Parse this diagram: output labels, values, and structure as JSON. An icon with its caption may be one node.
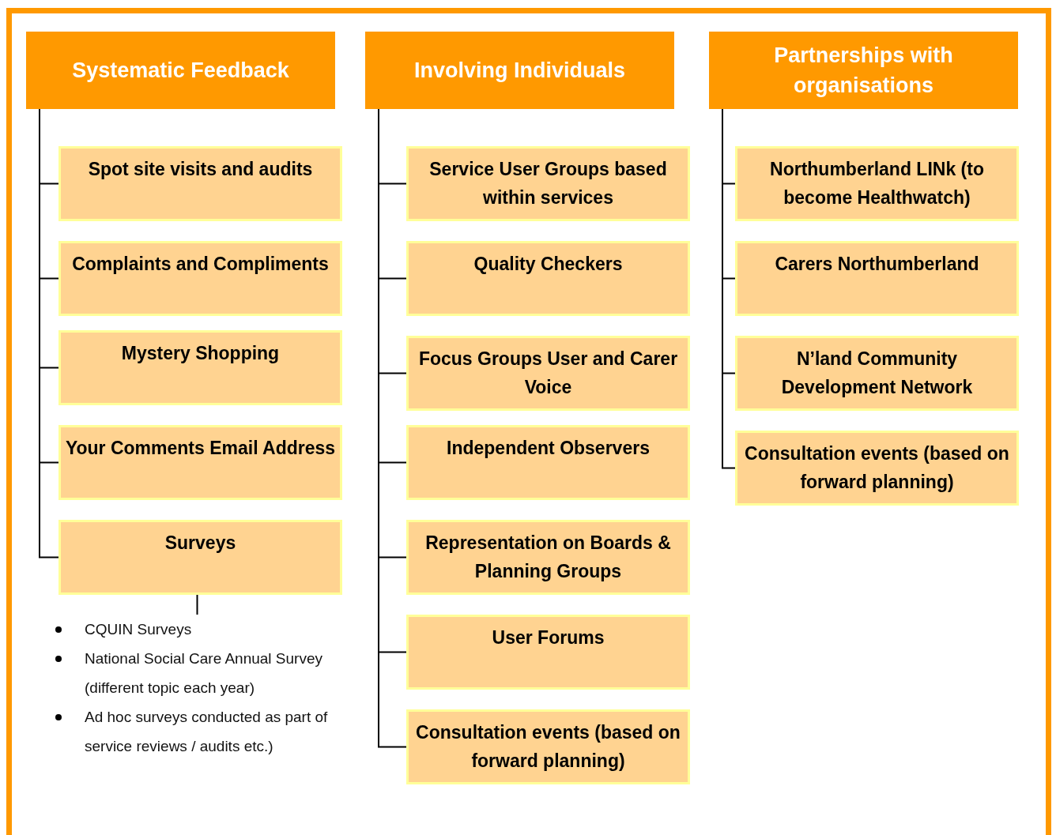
{
  "diagram": {
    "nodes": [
      {
        "text": [
          "Systematic Feedback"
        ]
      },
      {
        "text": [
          "Spot site visits and audits"
        ]
      },
      {
        "text": [
          "Complaints and Compliments"
        ]
      },
      {
        "text": [
          "Mystery Shopping"
        ]
      },
      {
        "text": [
          "Your Comments Email Address"
        ]
      },
      {
        "text": [
          "Surveys"
        ]
      },
      {
        "text": [
          "CQUIN Surveys",
          "National Social Care Annual Survey (different topic each year)",
          "Ad hoc surveys conducted as part of service reviews / audits etc.)"
        ]
      },
      {
        "text": [
          "Involving Individuals"
        ]
      },
      {
        "text": [
          "Service User Groups based within services"
        ]
      },
      {
        "text": [
          "Quality Checkers"
        ]
      },
      {
        "text": [
          "Focus Groups User and Carer Voice"
        ]
      },
      {
        "text": [
          "Independent Observers"
        ]
      },
      {
        "text": [
          "Representation on Boards & Planning Groups"
        ]
      },
      {
        "text": [
          "User Forums"
        ]
      },
      {
        "text": [
          "Consultation events (based on forward planning)"
        ]
      },
      {
        "text": [
          "Partnerships with organisations"
        ]
      },
      {
        "text": [
          "Northumberland LINk (to become Healthwatch)"
        ]
      },
      {
        "text": [
          "Carers Northumberland"
        ]
      },
      {
        "text": [
          "N’land Community Development Network"
        ]
      },
      {
        "text": [
          "Consultation events (based on forward planning)"
        ]
      }
    ],
    "edges": [
      {
        "from": 0,
        "to": 1,
        "arrow": "none"
      },
      {
        "from": 0,
        "to": 2,
        "arrow": "none"
      },
      {
        "from": 0,
        "to": 3,
        "arrow": "none"
      },
      {
        "from": 0,
        "to": 4,
        "arrow": "none"
      },
      {
        "from": 0,
        "to": 5,
        "arrow": "none"
      },
      {
        "from": 5,
        "to": 6,
        "arrow": "none"
      },
      {
        "from": 7,
        "to": 8,
        "arrow": "none"
      },
      {
        "from": 7,
        "to": 9,
        "arrow": "none"
      },
      {
        "from": 7,
        "to": 10,
        "arrow": "none"
      },
      {
        "from": 7,
        "to": 11,
        "arrow": "none"
      },
      {
        "from": 7,
        "to": 12,
        "arrow": "none"
      },
      {
        "from": 7,
        "to": 13,
        "arrow": "none"
      },
      {
        "from": 7,
        "to": 14,
        "arrow": "none"
      },
      {
        "from": 15,
        "to": 16,
        "arrow": "none"
      },
      {
        "from": 15,
        "to": 17,
        "arrow": "none"
      },
      {
        "from": 15,
        "to": 18,
        "arrow": "none"
      },
      {
        "from": 15,
        "to": 19,
        "arrow": "none"
      }
    ]
  }
}
